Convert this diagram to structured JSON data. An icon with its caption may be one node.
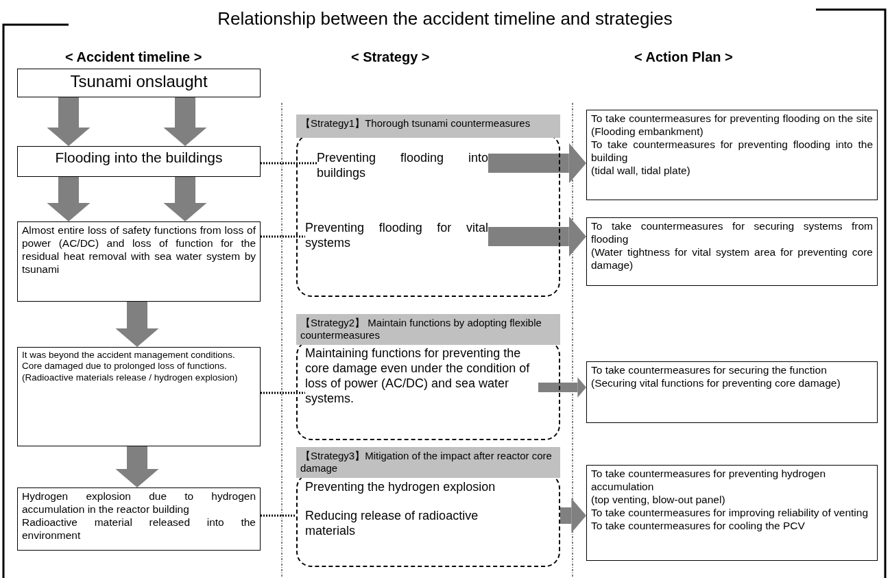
{
  "diagram": {
    "title": "Relationship between the accident timeline and strategies",
    "nodes": [
      {
        "text": [
          "Tsunami onslaught"
        ]
      },
      {
        "text": [
          "Flooding into the buildings"
        ]
      },
      {
        "text": [
          "Almost entire loss of safety functions from loss of power (AC/DC) and loss of function for the residual heat removal with sea water system by tsunami"
        ]
      },
      {
        "text": [
          "It was beyond the accident management conditions. Core damaged due to prolonged loss of functions.",
          "(Radioactive materials release / hydrogen explosion)"
        ]
      },
      {
        "text": [
          "Hydrogen explosion due to hydrogen accumulation in the reactor building",
          "Radioactive material released into the environment"
        ]
      },
      {
        "text": [
          "【Strategy1】Thorough tsunami countermeasures"
        ]
      },
      {
        "text": [
          "Preventing flooding into buildings"
        ],
        "in": 5
      },
      {
        "text": [
          "Preventing flooding for vital systems"
        ],
        "in": 5
      },
      {
        "text": [
          "【Strategy2】 Maintain functions by adopting flexible countermeasures"
        ]
      },
      {
        "text": [
          "Maintaining functions for preventing the core damage even under the condition of loss of power (AC/DC) and sea water systems."
        ],
        "in": 8
      },
      {
        "text": [
          "【Strategy3】Mitigation of the impact after reactor core damage"
        ]
      },
      {
        "text": [
          "Preventing the hydrogen explosion"
        ],
        "in": 10
      },
      {
        "text": [
          "Reducing release of radioactive materials"
        ],
        "in": 10
      },
      {
        "text": [
          "To take countermeasures for preventing flooding on the site (Flooding embankment)",
          "To take countermeasures for preventing flooding into the building",
          "(tidal wall, tidal plate)"
        ]
      },
      {
        "text": [
          "To take countermeasures for securing systems from flooding",
          "(Water tightness for vital system area for preventing core damage)"
        ]
      },
      {
        "text": [
          "To take countermeasures for securing the function",
          "(Securing vital functions for preventing core damage)"
        ]
      },
      {
        "text": [
          "To take countermeasures for preventing hydrogen accumulation",
          "(top venting, blow-out panel)",
          "To take countermeasures for improving reliability of venting",
          "To take countermeasures for cooling the PCV"
        ]
      }
    ],
    "edges": [
      {
        "from": 0,
        "to": 1,
        "arrow": "to"
      },
      {
        "from": 0,
        "to": 1,
        "arrow": "to"
      },
      {
        "from": 1,
        "to": 2,
        "arrow": "to"
      },
      {
        "from": 1,
        "to": 2,
        "arrow": "to"
      },
      {
        "from": 2,
        "to": 3,
        "arrow": "to"
      },
      {
        "from": 3,
        "to": 4,
        "arrow": "to"
      },
      {
        "from": 1,
        "to": 6,
        "arrow": "none",
        "style": "dashed",
        "color": "#000000"
      },
      {
        "from": 2,
        "to": 7,
        "arrow": "none",
        "style": "dashed",
        "color": "#000000"
      },
      {
        "from": 3,
        "to": 9,
        "arrow": "none",
        "style": "dashed",
        "color": "#000000"
      },
      {
        "from": 4,
        "to": 10,
        "arrow": "none",
        "style": "dashed",
        "color": "#000000"
      },
      {
        "from": 6,
        "to": 13,
        "arrow": "to"
      },
      {
        "from": 7,
        "to": 14,
        "arrow": "to"
      },
      {
        "from": 9,
        "to": 15,
        "arrow": "to"
      },
      {
        "from": 10,
        "to": 16,
        "arrow": "to"
      }
    ],
    "labels": [
      "< Accident timeline >",
      "< Strategy >",
      "< Action Plan >"
    ]
  }
}
